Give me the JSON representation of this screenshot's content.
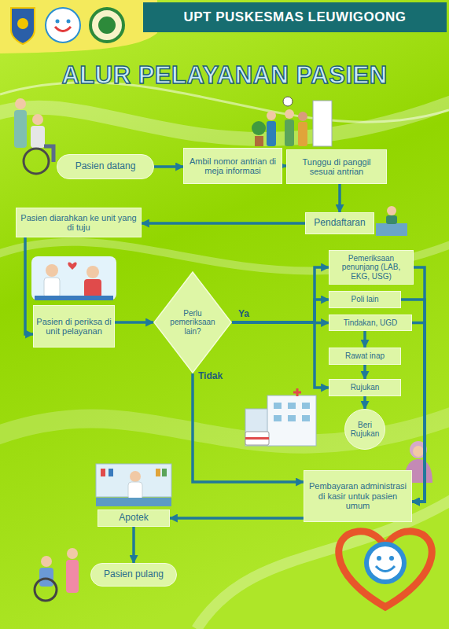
{
  "diagram": {
    "title": "ALUR PELAYANAN PASIEN",
    "nodes": [
      {
        "text": [
          "UPT PUSKESMAS LEUWIGOONG"
        ]
      },
      {
        "text": [
          "Pasien datang"
        ]
      },
      {
        "text": [
          "Ambil nomor antrian di meja informasi"
        ]
      },
      {
        "text": [
          "Tunggu di panggil sesuai antrian"
        ]
      },
      {
        "text": [
          "Pendaftaran"
        ]
      },
      {
        "text": [
          "Pasien diarahkan ke unit yang di tuju"
        ]
      },
      {
        "text": [
          "Pasien di periksa di unit pelayanan"
        ]
      },
      {
        "text": [
          "Perlu pemeriksaan lain?"
        ]
      },
      {
        "text": [
          "Pemeriksaan penunjang (LAB, EKG, USG)"
        ]
      },
      {
        "text": [
          "Poli lain"
        ]
      },
      {
        "text": [
          "Tindakan, UGD"
        ]
      },
      {
        "text": [
          "Rawat inap"
        ]
      },
      {
        "text": [
          "Rujukan"
        ]
      },
      {
        "text": [
          "Beri Rujukan"
        ]
      },
      {
        "text": [
          "Pembayaran administrasi di kasir untuk pasien umum"
        ]
      },
      {
        "text": [
          "Apotek"
        ]
      },
      {
        "text": [
          "Pasien pulang"
        ]
      }
    ],
    "edges": [
      {
        "from": 1,
        "to": 2,
        "arrow": "to"
      },
      {
        "from": 2,
        "to": 3,
        "arrow": "to"
      },
      {
        "from": 3,
        "to": 4,
        "arrow": "to"
      },
      {
        "from": 4,
        "to": 5,
        "arrow": "to"
      },
      {
        "from": 5,
        "to": 6,
        "arrow": "to"
      },
      {
        "from": 6,
        "to": 7,
        "arrow": "to"
      },
      {
        "from": 7,
        "to": 8,
        "label": "Ya",
        "arrow": "to"
      },
      {
        "from": 7,
        "to": 9,
        "arrow": "to"
      },
      {
        "from": 7,
        "to": 10,
        "arrow": "to"
      },
      {
        "from": 7,
        "to": 12,
        "arrow": "to"
      },
      {
        "from": 10,
        "to": 11,
        "arrow": "to"
      },
      {
        "from": 11,
        "to": 12,
        "arrow": "to"
      },
      {
        "from": 12,
        "to": 13,
        "arrow": "to"
      },
      {
        "from": 7,
        "to": 14,
        "label": "Tidak",
        "arrow": "to"
      },
      {
        "from": 8,
        "to": 14,
        "arrow": "to"
      },
      {
        "from": 9,
        "to": 14,
        "arrow": "to"
      },
      {
        "from": 10,
        "to": 14,
        "arrow": "to"
      },
      {
        "from": 14,
        "to": 15,
        "arrow": "to"
      },
      {
        "from": 15,
        "to": 16,
        "arrow": "to"
      }
    ]
  }
}
